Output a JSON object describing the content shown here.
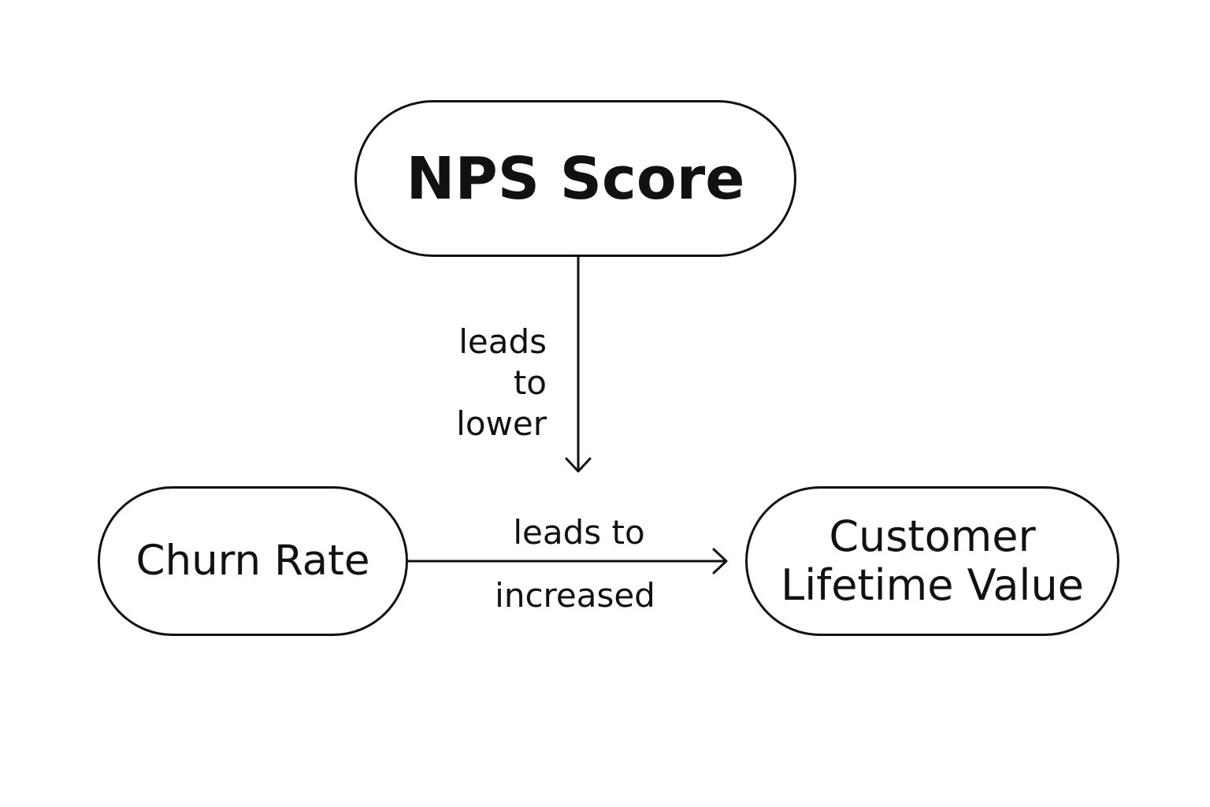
{
  "nodes": {
    "nps": {
      "label": "NPS Score"
    },
    "churn": {
      "label": "Churn Rate"
    },
    "clv": {
      "line1": "Customer",
      "line2": "Lifetime Value"
    }
  },
  "edges": {
    "nps_to_churn": {
      "line1": "leads",
      "line2": "to lower"
    },
    "churn_to_clv": {
      "line1": "leads to",
      "line2": "increased"
    }
  },
  "colors": {
    "stroke": "#111111",
    "background": "#ffffff"
  }
}
